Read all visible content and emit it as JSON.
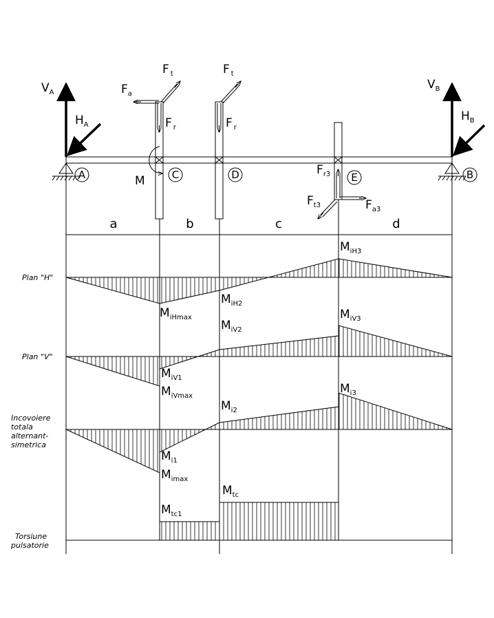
{
  "forces": {
    "va": {
      "main": "V",
      "sub": "A"
    },
    "vb": {
      "main": "V",
      "sub": "B"
    },
    "ha": {
      "main": "H",
      "sub": "A"
    },
    "hb": {
      "main": "H",
      "sub": "B"
    },
    "fa": {
      "main": "F",
      "sub": "a"
    },
    "ft1": {
      "main": "F",
      "sub": "t"
    },
    "ft2": {
      "main": "F",
      "sub": "t"
    },
    "fr1": {
      "main": "F",
      "sub": "r"
    },
    "fr2": {
      "main": "F",
      "sub": "r"
    },
    "fr3": {
      "main": "F",
      "sub": "r3"
    },
    "ft3": {
      "main": "F",
      "sub": "t3"
    },
    "fa3": {
      "main": "F",
      "sub": "a3"
    },
    "moment": "M"
  },
  "nodes": {
    "a": "A",
    "b": "B",
    "c": "C",
    "d": "D",
    "e": "E"
  },
  "spans": {
    "a": "a",
    "b": "b",
    "c": "c",
    "d": "d"
  },
  "rows": {
    "plan_h": "Plan \"H\"",
    "plan_v": "Plan \"V\"",
    "total_1": "Incovoiere",
    "total_2": "totala",
    "total_3": "alternant-",
    "total_4": "simetrica",
    "torsion_1": "Torsiune",
    "torsion_2": "pulsatorie"
  },
  "moments": {
    "mih3": {
      "main": "M",
      "sub": "iH3"
    },
    "mihmax": {
      "main": "M",
      "sub": "iHmax"
    },
    "mih2": {
      "main": "M",
      "sub": "iH2"
    },
    "miv2": {
      "main": "M",
      "sub": "iV2"
    },
    "miv3": {
      "main": "M",
      "sub": "iV3"
    },
    "miv1": {
      "main": "M",
      "sub": "iV1"
    },
    "mivmax": {
      "main": "M",
      "sub": "iVmax"
    },
    "mi2": {
      "main": "M",
      "sub": "i2"
    },
    "mi3": {
      "main": "M",
      "sub": "i3"
    },
    "mi1": {
      "main": "M",
      "sub": "i1"
    },
    "mimax": {
      "main": "M",
      "sub": "imax"
    },
    "mtc": {
      "main": "M",
      "sub": "tc"
    },
    "mtc1": {
      "main": "M",
      "sub": "tc1"
    }
  },
  "colors": {
    "ink": "#000000",
    "background": "#ffffff"
  }
}
